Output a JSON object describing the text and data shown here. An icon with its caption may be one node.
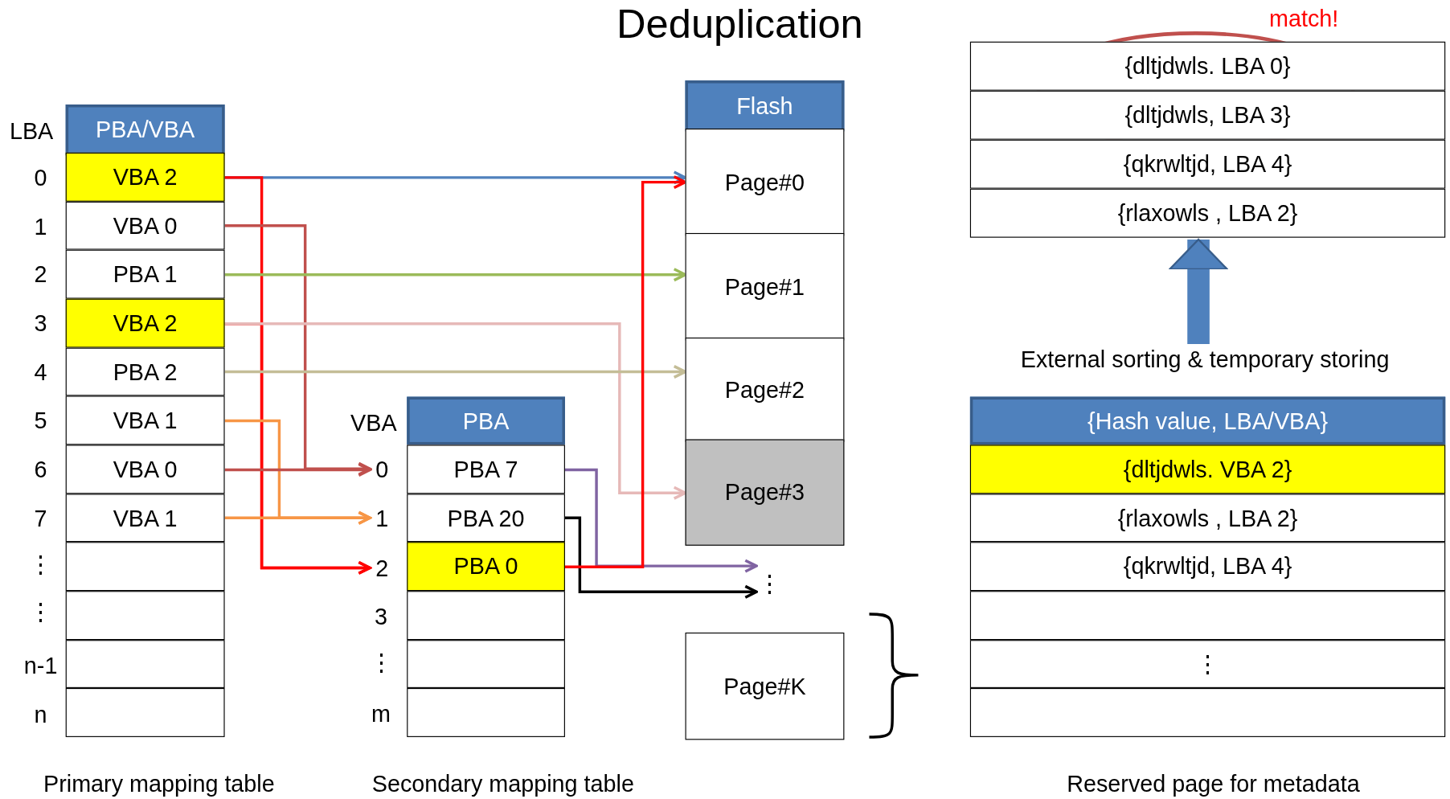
{
  "diagram": {
    "title": "Deduplication",
    "nodes": [
      {
        "text": [
          "PBA/VBA"
        ]
      },
      {
        "text": [
          "VBA 2"
        ]
      },
      {
        "text": [
          "VBA 0"
        ]
      },
      {
        "text": [
          "PBA 1"
        ]
      },
      {
        "text": [
          "VBA 2"
        ]
      },
      {
        "text": [
          "PBA 2"
        ]
      },
      {
        "text": [
          "VBA 1"
        ]
      },
      {
        "text": [
          "VBA 0"
        ]
      },
      {
        "text": [
          "VBA 1"
        ]
      },
      {
        "text": [],
        "shape": "box"
      },
      {
        "text": [],
        "shape": "box"
      },
      {
        "text": [],
        "shape": "box"
      },
      {
        "text": [],
        "shape": "box"
      },
      {
        "text": [
          "PBA"
        ]
      },
      {
        "text": [
          "PBA 7"
        ]
      },
      {
        "text": [
          "PBA 20"
        ]
      },
      {
        "text": [
          "PBA 0"
        ]
      },
      {
        "text": [],
        "shape": "box"
      },
      {
        "text": [],
        "shape": "box"
      },
      {
        "text": [],
        "shape": "box"
      },
      {
        "text": [
          "Flash"
        ]
      },
      {
        "text": [
          "Page#0"
        ]
      },
      {
        "text": [
          "Page#1"
        ]
      },
      {
        "text": [
          "Page#2"
        ]
      },
      {
        "text": [
          "Page#3"
        ]
      },
      {
        "text": [
          "⋮"
        ]
      },
      {
        "text": [
          "Page#K"
        ]
      },
      {
        "text": [
          "{Hash value, LBA/VBA}"
        ]
      },
      {
        "text": [
          "{dltjdwls. VBA 2}"
        ]
      },
      {
        "text": [
          "{rlaxowls , LBA 2}"
        ]
      },
      {
        "text": [
          "{qkrwltjd, LBA 4}"
        ]
      },
      {
        "text": [],
        "shape": "box"
      },
      {
        "text": [
          "⋮"
        ]
      },
      {
        "text": [],
        "shape": "box"
      },
      {
        "text": [
          "{dltjdwls. LBA 0}"
        ]
      },
      {
        "text": [
          "{dltjdwls, LBA 3}"
        ]
      },
      {
        "text": [
          "{qkrwltjd, LBA 4}"
        ]
      },
      {
        "text": [
          "{rlaxowls , LBA 2}"
        ]
      },
      {
        "text": [
          "0"
        ]
      },
      {
        "text": [
          "1"
        ]
      },
      {
        "text": [
          "2"
        ]
      },
      {
        "text": [
          "External sorting & temporary storing"
        ]
      }
    ],
    "edges": [
      {
        "from": 1,
        "to": 21,
        "arrow": "to",
        "color": "#4f81bd"
      },
      {
        "from": 1,
        "to": 40,
        "arrow": "to",
        "color": "#ff0000"
      },
      {
        "from": 2,
        "to": 38,
        "arrow": "to",
        "color": "#c0504d"
      },
      {
        "from": 3,
        "to": 22,
        "arrow": "to",
        "color": "#9bbb59"
      },
      {
        "from": 4,
        "to": 40,
        "arrow": "to",
        "color": "#ff0000"
      },
      {
        "from": 4,
        "to": 24,
        "arrow": "to",
        "color": "#e6b9b8"
      },
      {
        "from": 5,
        "to": 23,
        "arrow": "to",
        "color": "#c4bd97"
      },
      {
        "from": 6,
        "to": 39,
        "arrow": "to",
        "color": "#f79646"
      },
      {
        "from": 7,
        "to": 38,
        "arrow": "to",
        "color": "#c0504d"
      },
      {
        "from": 8,
        "to": 39,
        "arrow": "to",
        "color": "#f79646"
      },
      {
        "from": 14,
        "to": 25,
        "arrow": "to",
        "color": "#8064a2"
      },
      {
        "from": 15,
        "to": 25,
        "arrow": "to",
        "color": "#000000"
      },
      {
        "from": 16,
        "to": 21,
        "arrow": "to",
        "color": "#ff0000"
      },
      {
        "from": 41,
        "to": 37,
        "arrow": "to",
        "style": "thick",
        "color": "#4f81bd"
      }
    ],
    "labels": [
      "match!",
      "LBA",
      "0",
      "1",
      "2",
      "3",
      "4",
      "5",
      "6",
      "7",
      "⋮",
      "⋮",
      "n-1",
      "n",
      "VBA",
      "3",
      "⋮",
      "m",
      "Primary mapping table",
      "Secondary mapping table",
      "Reserved page for metadata"
    ]
  }
}
